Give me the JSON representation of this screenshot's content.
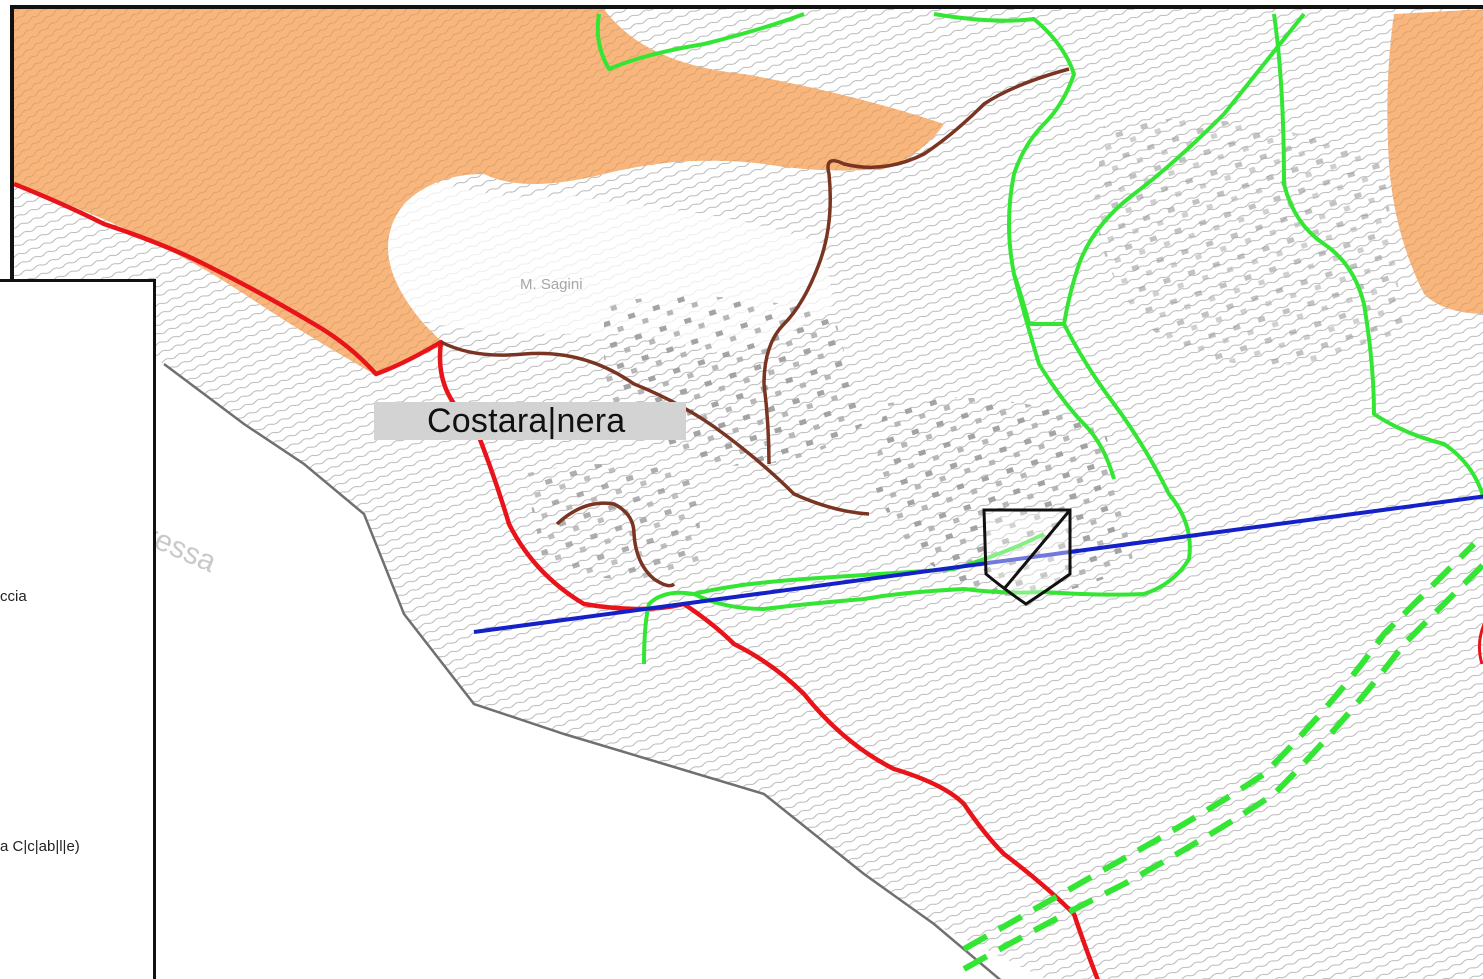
{
  "map": {
    "labels": {
      "locality": "Costara|nera",
      "mount": "M. Sagini",
      "road_fragment": "ressa"
    },
    "colors": {
      "orange_zone": "#f8b57c",
      "red_route": "#e8141a",
      "brown_trail": "#7a3422",
      "green_trail": "#33e633",
      "blue_line": "#1420c8",
      "contour": "#9b9b9b"
    }
  },
  "legend": {
    "items": [
      {
        "text": "ccia"
      },
      {
        "text": "a C|c|ab|l|e)"
      }
    ]
  }
}
